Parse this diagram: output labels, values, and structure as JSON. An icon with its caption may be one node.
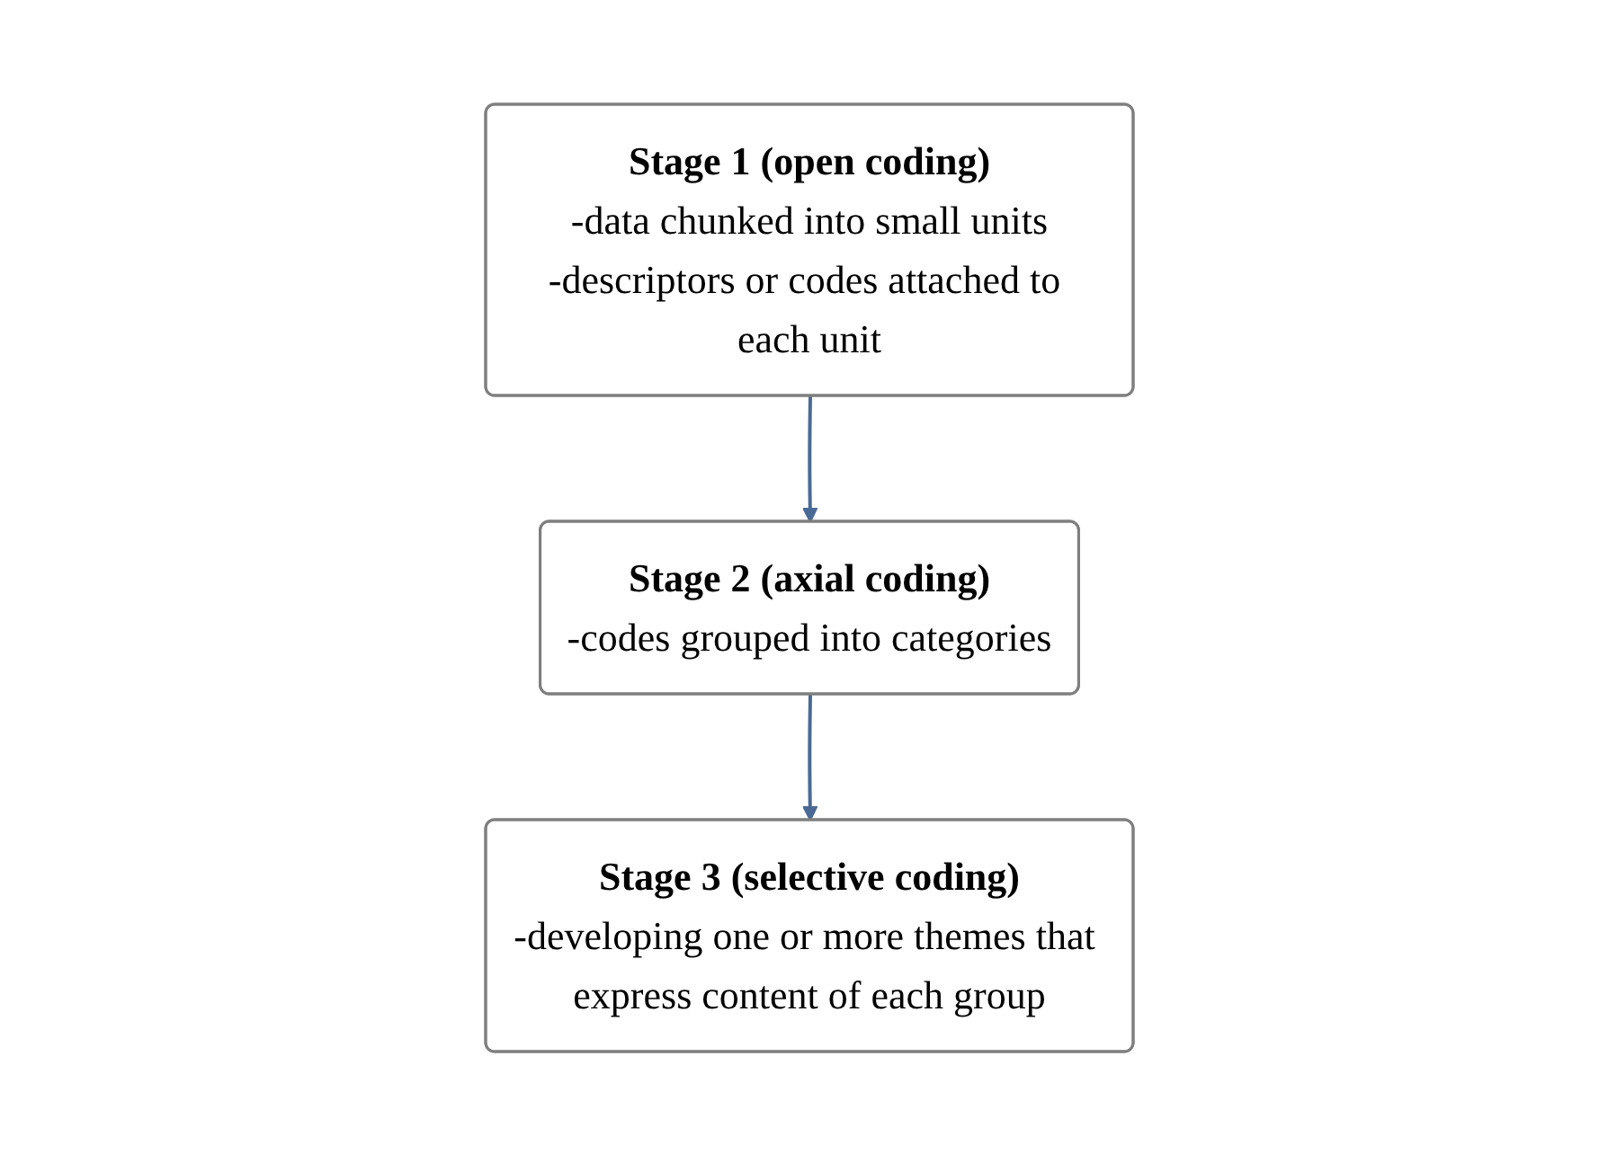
{
  "diagram": {
    "nodes": [
      {
        "text": [
          "Stage 1 (open coding)",
          "-data chunked into small units",
          "-descriptors or codes attached to each unit"
        ]
      },
      {
        "text": [
          "Stage 2 (axial coding)",
          "-codes grouped into categories"
        ]
      },
      {
        "text": [
          "Stage 3 (selective coding)",
          "-developing one or more themes that express content of each group"
        ]
      }
    ],
    "edges": [
      {
        "from": 0,
        "to": 1,
        "arrow": "to"
      },
      {
        "from": 1,
        "to": 2,
        "arrow": "to"
      }
    ]
  }
}
